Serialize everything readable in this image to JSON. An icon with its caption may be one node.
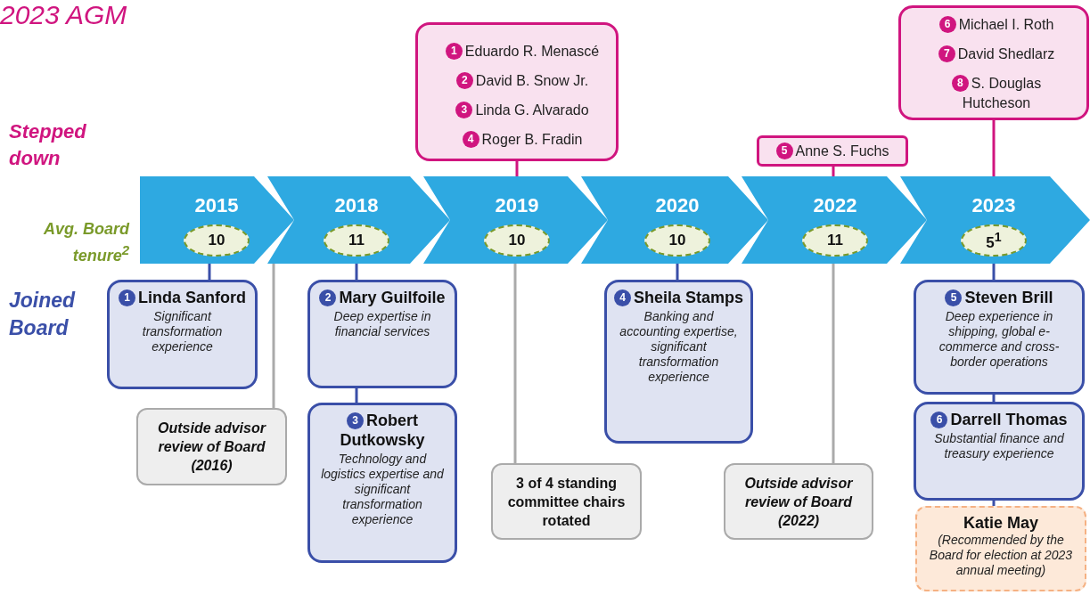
{
  "diagram": {
    "title": "2023 AGM",
    "nodes": [
      {
        "text": [
          "2015"
        ]
      },
      {
        "text": [
          "2018"
        ]
      },
      {
        "text": [
          "2019"
        ]
      },
      {
        "text": [
          "2020"
        ]
      },
      {
        "text": [
          "2022"
        ]
      },
      {
        "text": [
          "2023"
        ]
      },
      {
        "text": [
          "10"
        ],
        "in": 0
      },
      {
        "text": [
          "11"
        ],
        "in": 1
      },
      {
        "text": [
          "10"
        ],
        "in": 2
      },
      {
        "text": [
          "10"
        ],
        "in": 3
      },
      {
        "text": [
          "11"
        ],
        "in": 4
      },
      {
        "text": [
          "5$^{1}$"
        ],
        "in": 5
      },
      {
        "text": [],
        "shape": "box"
      },
      {
        "text": [
          "1",
          "Eduardo R. Menascé"
        ],
        "in": 12
      },
      {
        "text": [
          "2",
          "David B. Snow Jr."
        ],
        "in": 12
      },
      {
        "text": [
          "3",
          "Linda G. Alvarado"
        ],
        "in": 12
      },
      {
        "text": [
          "4",
          "Roger B. Fradin"
        ],
        "in": 12
      },
      {
        "text": [
          "5",
          "Anne S. Fuchs"
        ]
      },
      {
        "text": [],
        "shape": "box"
      },
      {
        "text": [
          "6",
          "Michael I. Roth"
        ],
        "in": 18
      },
      {
        "text": [
          "7",
          "David Shedlarz"
        ],
        "in": 18
      },
      {
        "text": [
          "8",
          "S. Douglas Hutcheson"
        ],
        "in": 18
      },
      {
        "text": [
          "1",
          "Linda Sanford",
          "Significant transformation experience"
        ]
      },
      {
        "text": [
          "Outside advisor review of Board (2016)"
        ]
      },
      {
        "text": [
          "2",
          "Mary Guilfoile",
          "Deep expertise in financial services"
        ]
      },
      {
        "text": [
          "3",
          "Robert Dutkowsky",
          "Technology and logistics expertise and significant transformation experience"
        ]
      },
      {
        "text": [
          "3 of 4 standing committee chairs rotated"
        ]
      },
      {
        "text": [
          "4",
          "Sheila Stamps",
          "Banking and accounting expertise, significant transformation experience"
        ]
      },
      {
        "text": [
          "Outside advisor review of Board (2022)"
        ]
      },
      {
        "text": [
          "5",
          "Steven Brill",
          "Deep experience in shipping, global e-commerce and cross-border operations"
        ]
      },
      {
        "text": [
          "6",
          "Darrell Thomas",
          "Substantial finance and treasury experience"
        ]
      },
      {
        "text": [
          "Katie May",
          "(Recommended by the Board for election at 2023 annual meeting)"
        ]
      }
    ],
    "edges": [
      {
        "from": 12,
        "to": 2,
        "arrow": "none",
        "color": "#d0157f"
      },
      {
        "from": 17,
        "to": 4,
        "arrow": "none",
        "color": "#d0157f"
      },
      {
        "from": 18,
        "to": 5,
        "arrow": "none",
        "color": "#d0157f"
      },
      {
        "from": 0,
        "to": 22,
        "arrow": "none"
      },
      {
        "from": 1,
        "to": 23,
        "arrow": "none",
        "color": "#aaaaaa"
      },
      {
        "from": 1,
        "to": 24,
        "arrow": "none"
      },
      {
        "from": 24,
        "to": 25,
        "arrow": "none"
      },
      {
        "from": 2,
        "to": 26,
        "arrow": "none",
        "color": "#aaaaaa"
      },
      {
        "from": 3,
        "to": 27,
        "arrow": "none"
      },
      {
        "from": 4,
        "to": 28,
        "arrow": "none",
        "color": "#aaaaaa"
      },
      {
        "from": 5,
        "to": 29,
        "arrow": "none"
      },
      {
        "from": 29,
        "to": 30,
        "arrow": "none"
      },
      {
        "from": 30,
        "to": 31,
        "arrow": "none"
      }
    ],
    "labels": [
      "Stepped down",
      "Avg. Board tenure$^{2}$",
      "Joined Board"
    ]
  }
}
